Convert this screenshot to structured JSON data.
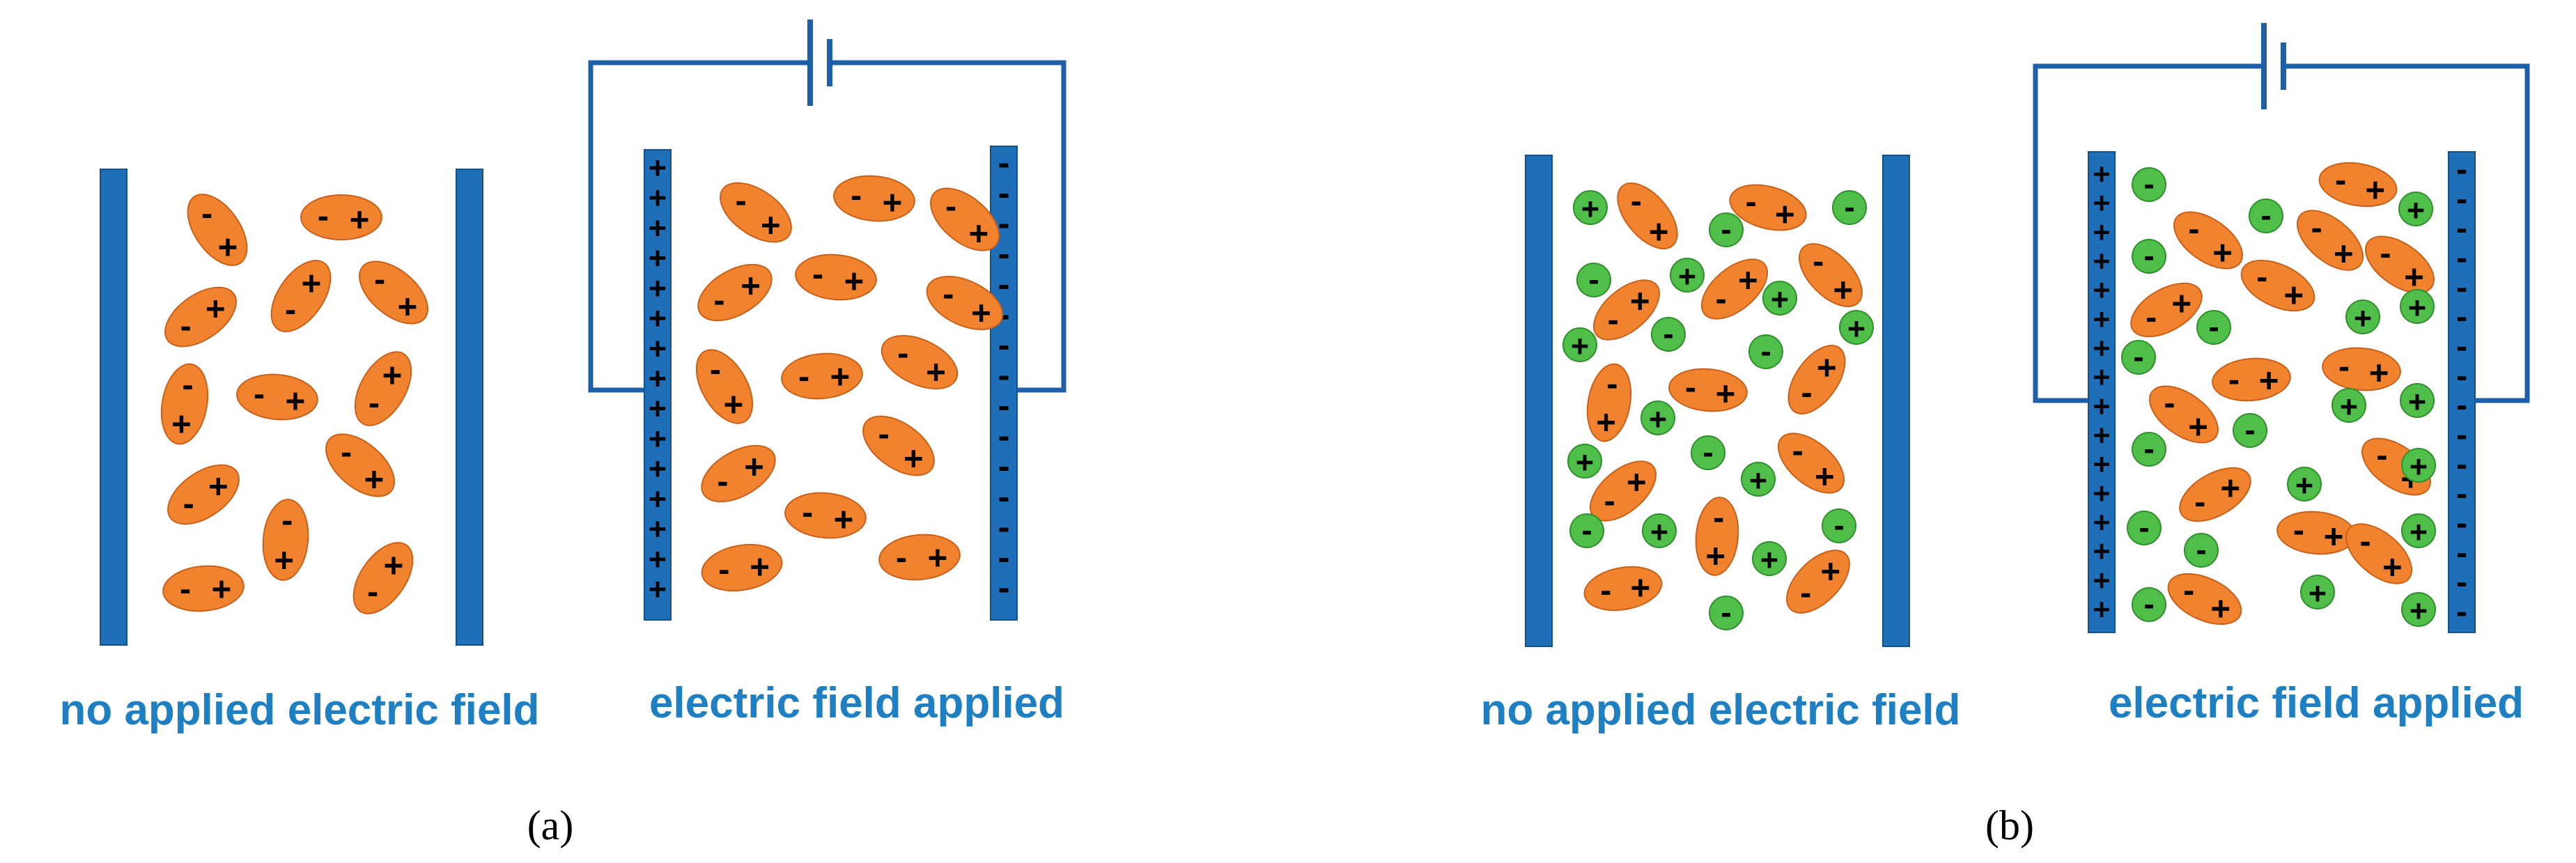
{
  "colors": {
    "plate": "#1e6fb8",
    "plate_edge": "#14508a",
    "wire": "#1f5fa8",
    "dipole_fill": "#f2832e",
    "dipole_edge": "#c8601a",
    "ion_fill": "#4fbf4a",
    "ion_edge": "#2f8f2c",
    "caption": "#1e7fc2"
  },
  "panels": [
    {
      "id": "a",
      "sub_label": "(a)",
      "sides": [
        {
          "caption": "no applied electric field"
        },
        {
          "caption": "electric field applied"
        }
      ]
    },
    {
      "id": "b",
      "sub_label": "(b)",
      "sides": [
        {
          "caption": "no applied electric field"
        },
        {
          "caption": "electric field applied"
        }
      ]
    }
  ],
  "symbols": {
    "plus": "+",
    "minus": "-"
  }
}
